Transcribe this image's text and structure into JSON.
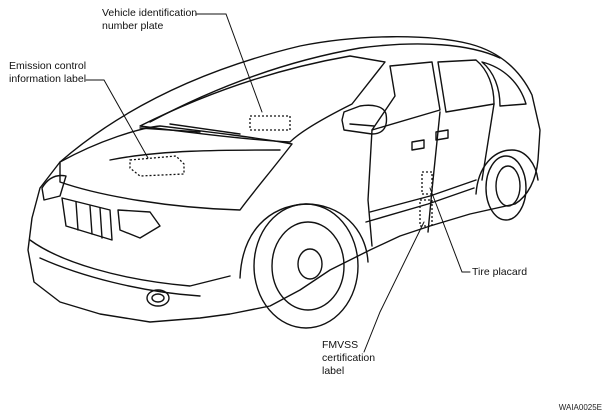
{
  "labels": {
    "vin": {
      "line1": "Vehicle identification",
      "line2": "number plate"
    },
    "emission": {
      "line1": "Emission control",
      "line2": "information label"
    },
    "tire": {
      "line1": "Tire placard"
    },
    "fmvss": {
      "line1": "FMVSS",
      "line2": "certification",
      "line3": "label"
    }
  },
  "figure_code": "WAIA0025E",
  "colors": {
    "ink": "#111111",
    "background": "#ffffff"
  }
}
